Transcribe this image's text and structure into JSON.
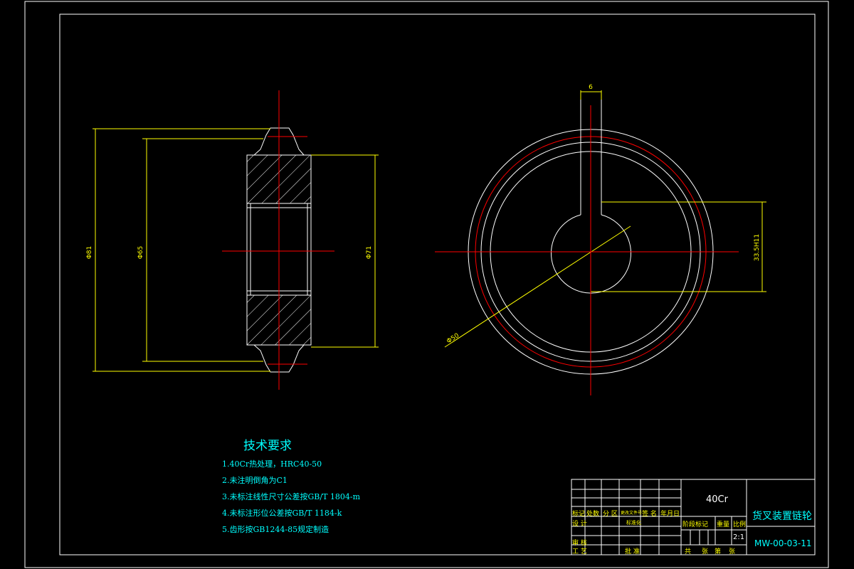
{
  "drawing": {
    "dimensions": {
      "left_outer": "Φ81",
      "left_inner": "Φ65",
      "left_bore": "Φ71",
      "right_top": "6",
      "right_diag": "Φ50",
      "right_keyway": "33.5H11"
    }
  },
  "tech_requirements": {
    "title": "技术要求",
    "items": [
      "1.40Cr热处理，HRC40-50",
      "2.未注明倒角为C1",
      "3.未标注线性尺寸公差按GB/T 1804-m",
      "4.未标注形位公差按GB/T 1184-k",
      "5.齿形按GB1244-85规定制造"
    ]
  },
  "title_block": {
    "material": "40Cr",
    "part_name": "货叉装置链轮",
    "drawing_number": "MW-00-03-11",
    "scale": "2:1",
    "rev_row": [
      "标记",
      "处数",
      "分 区",
      "更改文件号",
      "签 名",
      "年月日"
    ],
    "design": "设 计",
    "standardize": "标准化",
    "stage_mark": "阶段标记",
    "weight": "重量",
    "scale_label": "比例",
    "review": "审 核",
    "process": "工 艺",
    "approve": "批 准",
    "total": "共",
    "sheets": "张",
    "page": "第",
    "sheet_unit": "张"
  },
  "colors": {
    "outline": "#ffffff",
    "center": "#ff0000",
    "dimension": "#ffff00",
    "text": "#00ffff"
  }
}
